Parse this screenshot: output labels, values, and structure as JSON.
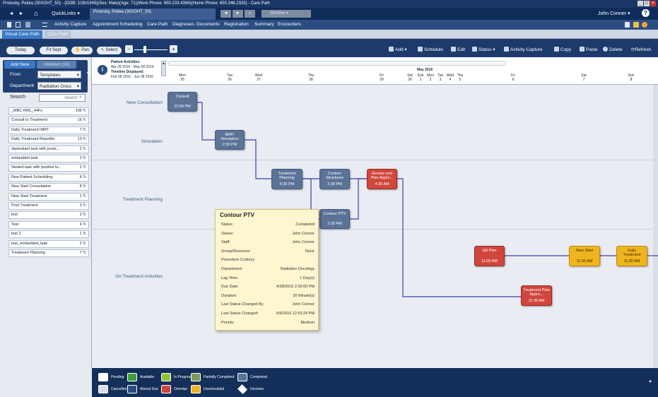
{
  "window": {
    "title": "Protosky, Pekka (30XGHT_50) - (DOB: 1/26/1945)(Sex: Male)(Age: 71)(Work Phone: 650.233.4394)(Home Phone: 650.348.2333) - Care Path",
    "controls": [
      "_",
      "□",
      "×"
    ]
  },
  "navbar": {
    "back": "◄",
    "forward": "►",
    "home": "⌂",
    "quicklinks": "QuickLinks",
    "patient_tab": "Protosky, Pekka  (30XGHT_50)",
    "gray_buttons": [
      "◄",
      "►",
      "⌕"
    ],
    "window_menu": "Window",
    "user": "John Conner",
    "help": "?"
  },
  "menubar": {
    "items": [
      "Activity Capture",
      "Appointment Scheduling",
      "Care Path",
      "Diagnoses",
      "Documents",
      "Registration",
      "Summary",
      "Encounters"
    ]
  },
  "subtabs": [
    "Visual Care Path",
    "Care Path"
  ],
  "toolbar": {
    "today": "Today",
    "fit": "Fit Sept",
    "pan": "Pan",
    "select": "Select",
    "actions": [
      "Add",
      "Schedule",
      "Edit",
      "Status",
      "Activity Capture",
      "Copy",
      "Paste",
      "Delete",
      "Refresh"
    ]
  },
  "left_panel": {
    "tab_add_new": "Add New",
    "tab_unlisted": "Unlisted (10)",
    "from_label": "From",
    "from_value": "Templates",
    "dept_label": "Department",
    "dept_value": "Radiation Onco",
    "search_label": "Search",
    "search_placeholder": "Search",
    "items": [
      {
        "name": "_MBC-RML_44Fx",
        "count": "106"
      },
      {
        "name": "Consult to Treatment",
        "count": "16"
      },
      {
        "name": "Daily Treatment IMRT",
        "count": "7"
      },
      {
        "name": "Daily Treatment Repetitiv",
        "count": "13"
      },
      {
        "name": "dependant task with posts...",
        "count": "2"
      },
      {
        "name": "embedded task",
        "count": "2"
      },
      {
        "name": "Nested task with positive la...",
        "count": "2"
      },
      {
        "name": "New Patient Scheduling",
        "count": "6"
      },
      {
        "name": "New Start Consultation",
        "count": "8"
      },
      {
        "name": "New Start Treatment",
        "count": "1"
      },
      {
        "name": "Post Treatment",
        "count": "3"
      },
      {
        "name": "test",
        "count": "2"
      },
      {
        "name": "Test",
        "count": "4"
      },
      {
        "name": "test 2",
        "count": "1"
      },
      {
        "name": "test_embedded_task",
        "count": "2"
      },
      {
        "name": "Treatment Planning",
        "count": "7"
      }
    ]
  },
  "header": {
    "patient_activities": "Patient Activities:",
    "activities_range": "Apr 28 2016 - May 08 2016",
    "timeline_displayed": "Timeline Displayed:",
    "timeline_range": "Feb 08 2016 - Jun 08 2016",
    "month": "May 2016",
    "columns": [
      {
        "d": "Mon",
        "n": "25"
      },
      {
        "d": "Tue",
        "n": "26"
      },
      {
        "d": "Wed",
        "n": "27"
      },
      {
        "d": "Thu",
        "n": "28"
      },
      {
        "d": "Fri",
        "n": "29"
      },
      {
        "d": "Sat",
        "n": "30"
      },
      {
        "d": "Sun",
        "n": "1"
      },
      {
        "d": "Mon",
        "n": "2"
      },
      {
        "d": "Tue",
        "n": "3"
      },
      {
        "d": "Wed",
        "n": "4"
      },
      {
        "d": "Thu",
        "n": "5"
      },
      {
        "d": "Fri",
        "n": "6"
      },
      {
        "d": "Sat",
        "n": "7"
      },
      {
        "d": "Sun",
        "n": "8"
      }
    ]
  },
  "rows": [
    "New Consultation",
    "Simulation",
    "Treatment Planning",
    "On Treatment Activities"
  ],
  "tasks": [
    {
      "title": "Consult",
      "time": "12:00 PM",
      "status": "completed"
    },
    {
      "title": "IMRT Simulation",
      "time": "2:30 PM",
      "status": "completed"
    },
    {
      "title": "Treatment Planning",
      "time": "5:30 PM",
      "status": "completed"
    },
    {
      "title": "Contour Structures",
      "time": "2:30 PM",
      "status": "completed"
    },
    {
      "title": "Review and Plan Appro...",
      "time": "4:30 AM",
      "status": "overdue"
    },
    {
      "title": "Contour PTV",
      "time": "2:30 PM",
      "status": "completed"
    },
    {
      "title": "QA Plan",
      "time": "11:00 AM",
      "status": "overdue"
    },
    {
      "title": "New Start",
      "time": "11:00 AM",
      "status": "unscheduled"
    },
    {
      "title": "Daily Treatment",
      "time": "11:00 AM",
      "status": "unscheduled"
    },
    {
      "title": "Treatment Plan Appro...",
      "time": "11:30 AM",
      "status": "overdue"
    }
  ],
  "tooltip": {
    "title": "Contour PTV",
    "rows": [
      {
        "k": "Status:",
        "v": "Completed"
      },
      {
        "k": "Owner:",
        "v": "John Conner"
      },
      {
        "k": "Staff:",
        "v": "John Conner"
      },
      {
        "k": "Group/Resource:",
        "v": "None"
      },
      {
        "k": "Procedure Code(s):",
        "v": ""
      },
      {
        "k": "Department:",
        "v": "Radiation Oncology"
      },
      {
        "k": "Lag Time:",
        "v": "1 Day(s)"
      },
      {
        "k": "Due Date:",
        "v": "4/28/2016 2:30:00 PM"
      },
      {
        "k": "Duration:",
        "v": "30 Minute(s)"
      },
      {
        "k": "Last Status Changed By:",
        "v": "John Conner"
      },
      {
        "k": "Last Status Changed:",
        "v": "5/6/2016 12:53:24 PM"
      },
      {
        "k": "Priority:",
        "v": "Medium"
      }
    ]
  },
  "legend": [
    {
      "label": "Pending",
      "color": "#ffffff"
    },
    {
      "label": "Available",
      "color": "#3f9f3b"
    },
    {
      "label": "In Progress",
      "color": "#8fc43a"
    },
    {
      "label": "Partially Completed",
      "color": "#7f9a5a"
    },
    {
      "label": "Completed",
      "color": "#5a7397"
    },
    {
      "label": "Cancelled",
      "color": "#d8dde6"
    },
    {
      "label": "Almost Due",
      "color": "#2a4a7e"
    },
    {
      "label": "Overdue",
      "color": "#d0463c"
    },
    {
      "label": "Unscheduled",
      "color": "#f0b41e"
    },
    {
      "label": "Decision",
      "color": "#ffffff"
    }
  ]
}
